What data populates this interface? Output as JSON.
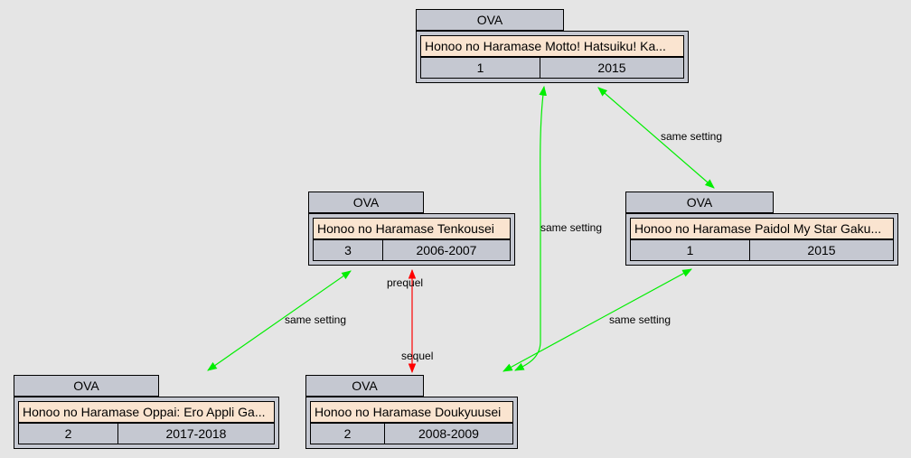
{
  "nodes": [
    {
      "id": "motto",
      "type": "OVA",
      "title": "Honoo no Haramase Motto! Hatsuiku! Ka...",
      "episodes": "1",
      "years": "2015"
    },
    {
      "id": "tenkousei",
      "type": "OVA",
      "title": "Honoo no Haramase Tenkousei",
      "episodes": "3",
      "years": "2006-2007"
    },
    {
      "id": "paidol",
      "type": "OVA",
      "title": "Honoo no Haramase Paidol My Star Gaku...",
      "episodes": "1",
      "years": "2015"
    },
    {
      "id": "oppai",
      "type": "OVA",
      "title": "Honoo no Haramase Oppai: Ero Appli Ga...",
      "episodes": "2",
      "years": "2017-2018"
    },
    {
      "id": "doukyuusei",
      "type": "OVA",
      "title": "Honoo no Haramase Doukyuusei",
      "episodes": "2",
      "years": "2008-2009"
    }
  ],
  "edges": [
    {
      "from": "motto",
      "to": "paidol",
      "label": "same setting",
      "color": "#00ee00"
    },
    {
      "from": "motto",
      "to": "doukyuusei",
      "label": "same setting",
      "color": "#00ee00"
    },
    {
      "from": "tenkousei",
      "to": "oppai",
      "label": "same setting",
      "color": "#00ee00"
    },
    {
      "from": "paidol",
      "to": "doukyuusei",
      "label": "same setting",
      "color": "#00ee00"
    },
    {
      "from": "tenkousei",
      "to": "doukyuusei",
      "label_head": "sequel",
      "label_tail": "prequel",
      "color": "#ff0000"
    }
  ]
}
